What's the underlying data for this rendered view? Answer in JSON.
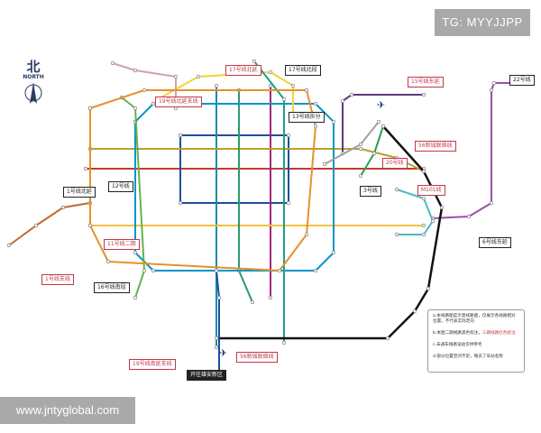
{
  "watermarks": {
    "top_right": "TG: MYYJJPP",
    "bottom_left": "www.jntyglobal.com"
  },
  "compass": {
    "cn": "北",
    "en": "NORTH",
    "icon": "north-arrow-icon"
  },
  "line_labels": {
    "l17_north_ext": "17号线北延",
    "l17_north": "17号线北段",
    "l19_north_branch": "19号线北延支线",
    "l13_split": "13号线拆分",
    "l15_east": "15号线东延",
    "l22": "22号线",
    "l56_top": "56新城联络线",
    "l20": "20号线",
    "m101": "M101线",
    "l3": "3号线",
    "l6_east": "6号线东延",
    "l1_north": "1号线北延",
    "l12": "12号线",
    "l11_phase2": "11号线二期",
    "l1_branch": "1号线支线",
    "l16_south": "16号线南段",
    "l19_south_branch": "19号线南延支线",
    "to_xiongan": "开往雄安新区",
    "l56_bottom": "56新城联络线"
  },
  "legend": {
    "a": "a.本线路图是示意线路图，仅展示各线路相对位置，不代表实际走向",
    "b_prefix": "b.本图二期线路黑色标注，",
    "b_highlight": "三期线路红色标注",
    "c": "c.未通车线路设站仅供参考",
    "d": "d.部分位置空间不足，略去了车站名称"
  },
  "lines": [
    {
      "name": "line-1",
      "color": "#c23a30"
    },
    {
      "name": "line-2",
      "color": "#1d4e9e"
    },
    {
      "name": "line-4",
      "color": "#0f8fa8"
    },
    {
      "name": "line-5",
      "color": "#a0287a"
    },
    {
      "name": "line-6",
      "color": "#b8a028"
    },
    {
      "name": "line-7",
      "color": "#f0c040"
    },
    {
      "name": "line-8",
      "color": "#2a9a6a"
    },
    {
      "name": "line-10",
      "color": "#0096c8"
    },
    {
      "name": "line-13",
      "color": "#f2d33a"
    },
    {
      "name": "line-14",
      "color": "#d5a0a8"
    },
    {
      "name": "line-15",
      "color": "#5a3a7a"
    },
    {
      "name": "line-16",
      "color": "#6ab04c"
    },
    {
      "name": "line-17",
      "color": "#1aa08a"
    },
    {
      "name": "line-22",
      "color": "#9b4fa8"
    },
    {
      "name": "line-56",
      "color": "#111111"
    },
    {
      "name": "airport-express",
      "color": "#a0a0a8"
    },
    {
      "name": "daxing-airport",
      "color": "#1d4e9e"
    },
    {
      "name": "line-1-branch",
      "color": "#c06a30"
    },
    {
      "name": "orange-ring",
      "color": "#e8902a"
    },
    {
      "name": "m101",
      "color": "#4ab8c8"
    },
    {
      "name": "line-20",
      "color": "#2aa04a"
    }
  ]
}
